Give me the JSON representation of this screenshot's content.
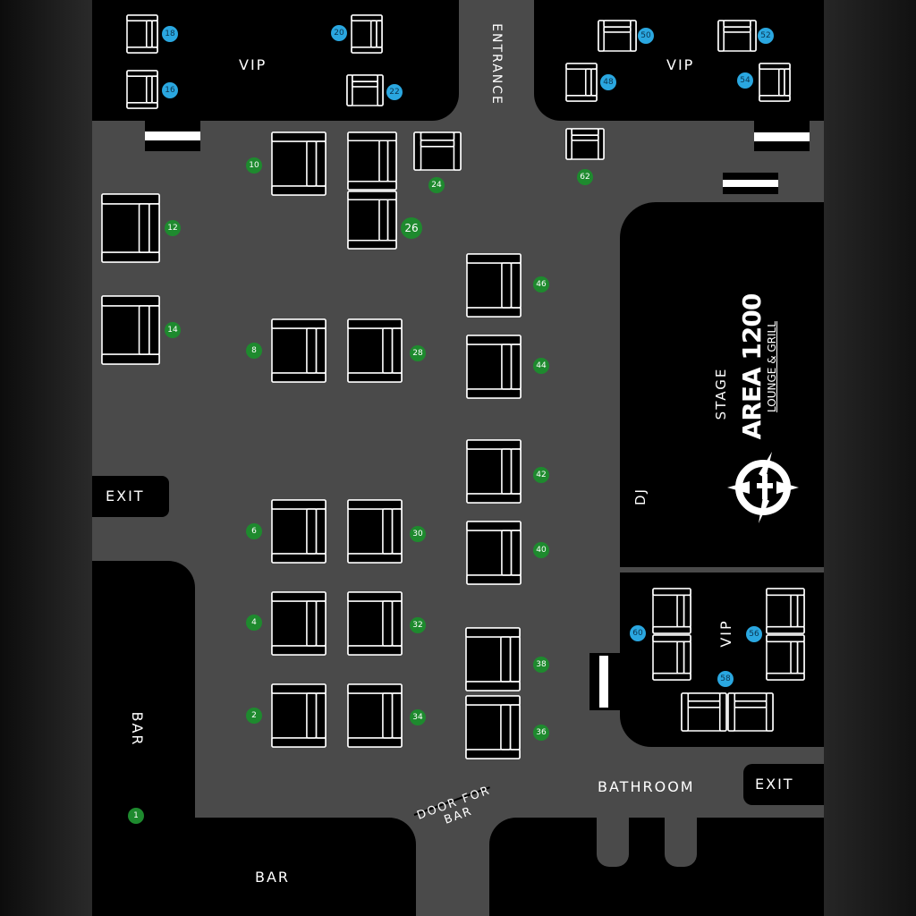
{
  "labels": {
    "vip_top_left": "VIP",
    "vip_top_right": "VIP",
    "vip_bottom": "VIP",
    "entrance": "ENTRANCE",
    "stage": "STAGE",
    "dj": "DJ",
    "exit_left": "EXIT",
    "exit_right": "EXIT",
    "bar_left": "BAR",
    "bar_bottom": "BAR",
    "bathroom": "BATHROOM",
    "door_for_bar": "DOOR FOR BAR"
  },
  "logo": {
    "name": "AREA 1200",
    "tagline": "LOUNGE & GRILL"
  },
  "colors": {
    "standard_table": "#1e8a2e",
    "vip_table": "#2aa7e0",
    "floor": "#4a4a4a",
    "area": "#000000"
  },
  "tables": {
    "t1": "1",
    "t2": "2",
    "t4": "4",
    "t6": "6",
    "t8": "8",
    "t10": "10",
    "t12": "12",
    "t14": "14",
    "t16": "16",
    "t18": "18",
    "t20": "20",
    "t22": "22",
    "t24": "24",
    "t26": "26",
    "t28": "28",
    "t30": "30",
    "t32": "32",
    "t34": "34",
    "t36": "36",
    "t38": "38",
    "t40": "40",
    "t42": "42",
    "t44": "44",
    "t46": "46",
    "t48": "48",
    "t50": "50",
    "t52": "52",
    "t54": "54",
    "t56": "56",
    "t58": "58",
    "t60": "60",
    "t62": "62"
  }
}
